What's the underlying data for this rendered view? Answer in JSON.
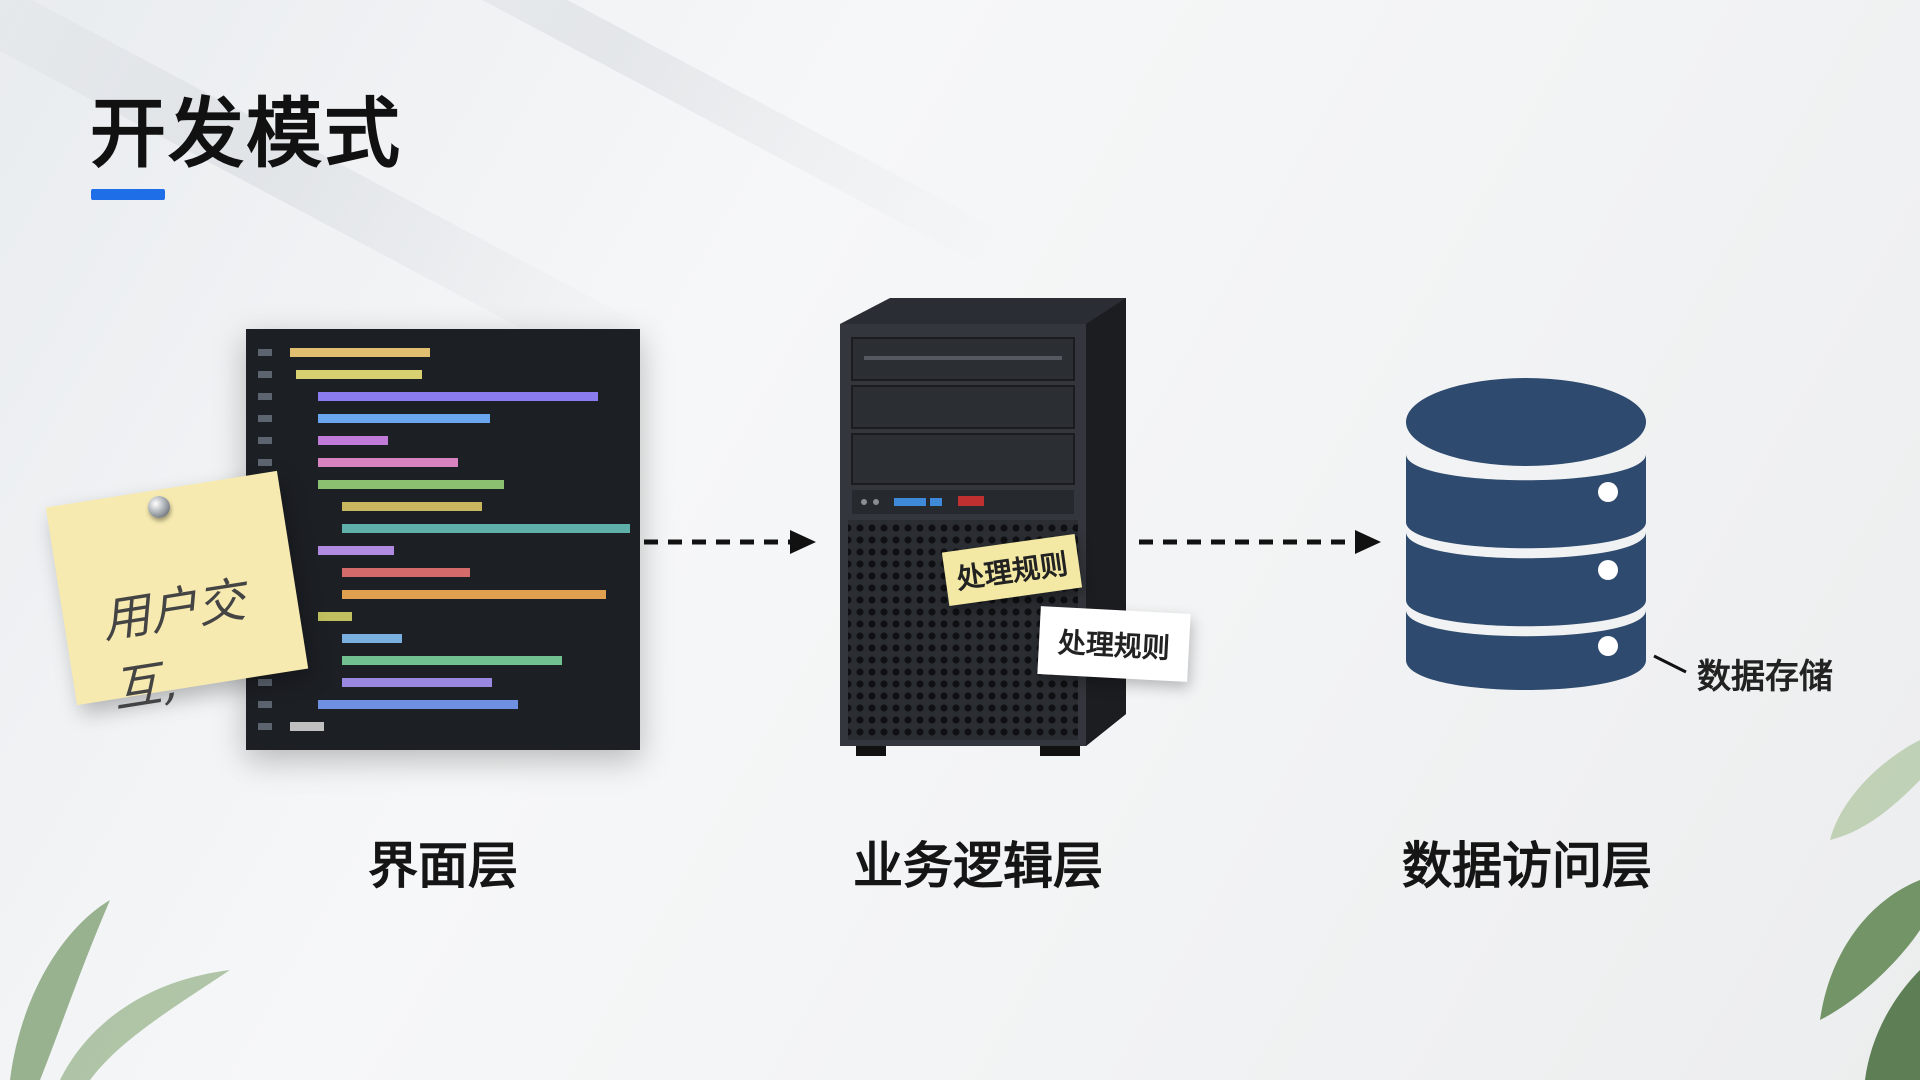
{
  "slide": {
    "title": "开发模式",
    "accent_color": "#1e6ee8"
  },
  "layers": [
    {
      "label": "界面层",
      "note": "用户交互,"
    },
    {
      "label": "业务逻辑层",
      "sticker_top": "处理规则",
      "sticker_bottom": "处理规则"
    },
    {
      "label": "数据访问层",
      "callout": "数据存储"
    }
  ],
  "connectors": [
    "dashed-arrow",
    "dashed-arrow"
  ],
  "icons": {
    "ui": "code-editor-screen",
    "logic": "server-tower",
    "data": "database-icon"
  }
}
